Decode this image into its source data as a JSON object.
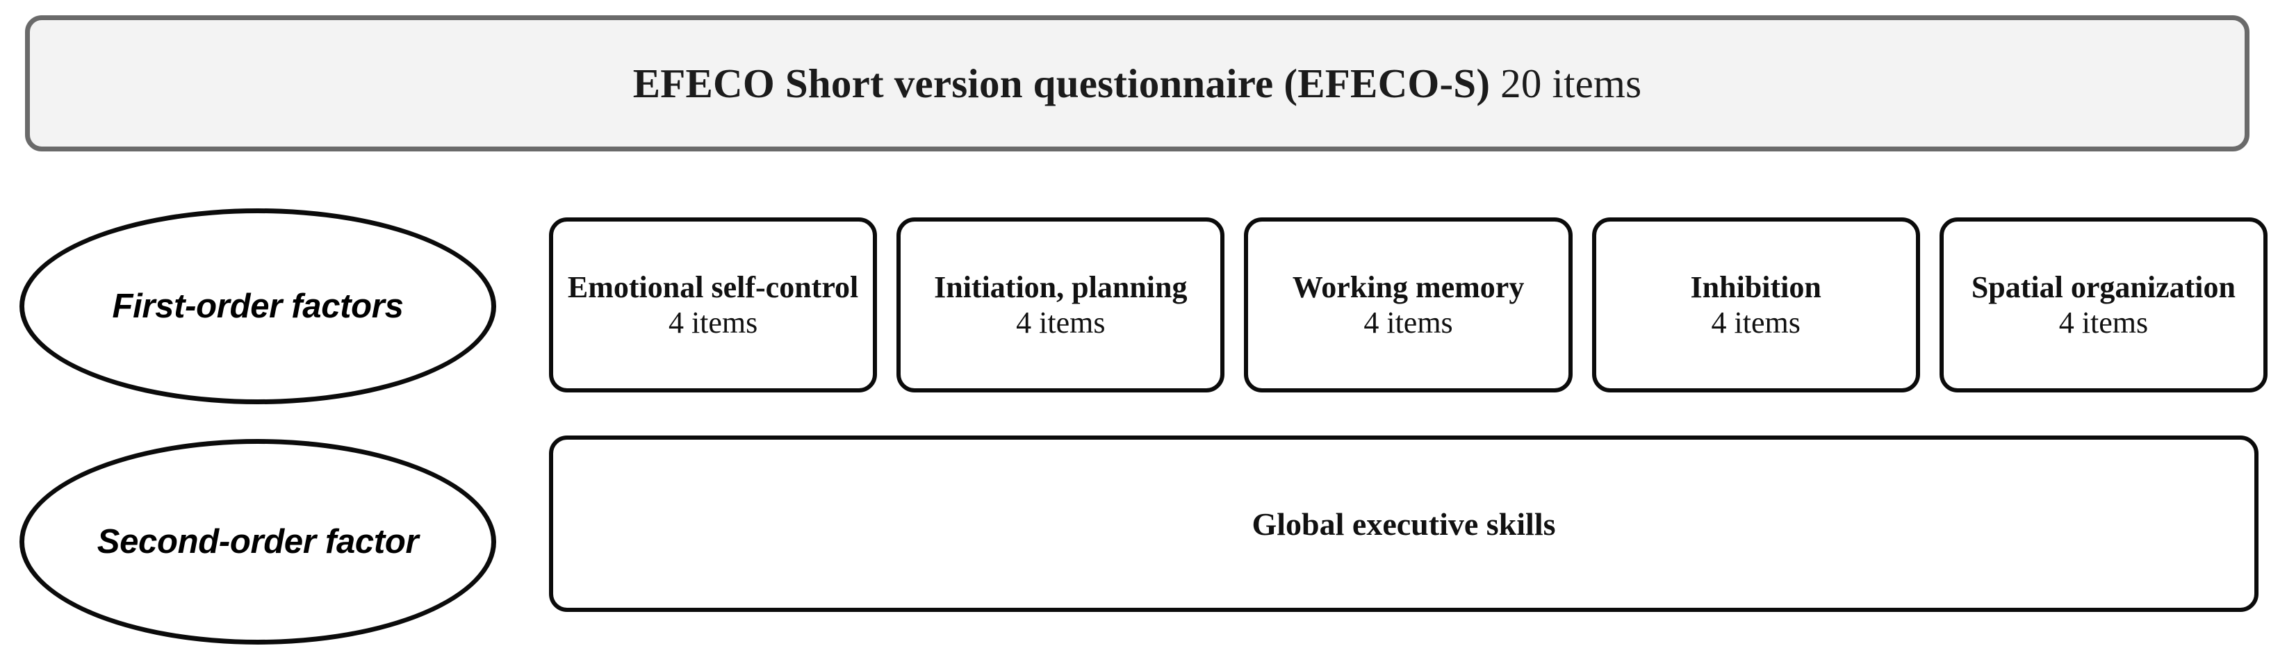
{
  "diagram": {
    "header": {
      "title_strong": "EFECO Short version questionnaire (EFECO-S)",
      "title_light": " 20 items",
      "border_color": "#6a6a6a",
      "fill_color": "#f3f3f3"
    },
    "levels": [
      {
        "id": "first-order",
        "label": "First-order factors"
      },
      {
        "id": "second-order",
        "label": "Second-order factor"
      }
    ],
    "first_order_factors": [
      {
        "name": "Emotional self-control",
        "items": "4 items"
      },
      {
        "name": "Initiation, planning",
        "items": "4 items"
      },
      {
        "name": "Working memory",
        "items": "4 items"
      },
      {
        "name": "Inhibition",
        "items": "4 items"
      },
      {
        "name": "Spatial organization",
        "items": "4 items"
      }
    ],
    "second_order_factor": {
      "name": "Global executive skills"
    },
    "stroke_color": "#0b0b0b",
    "background_color": "#ffffff"
  }
}
